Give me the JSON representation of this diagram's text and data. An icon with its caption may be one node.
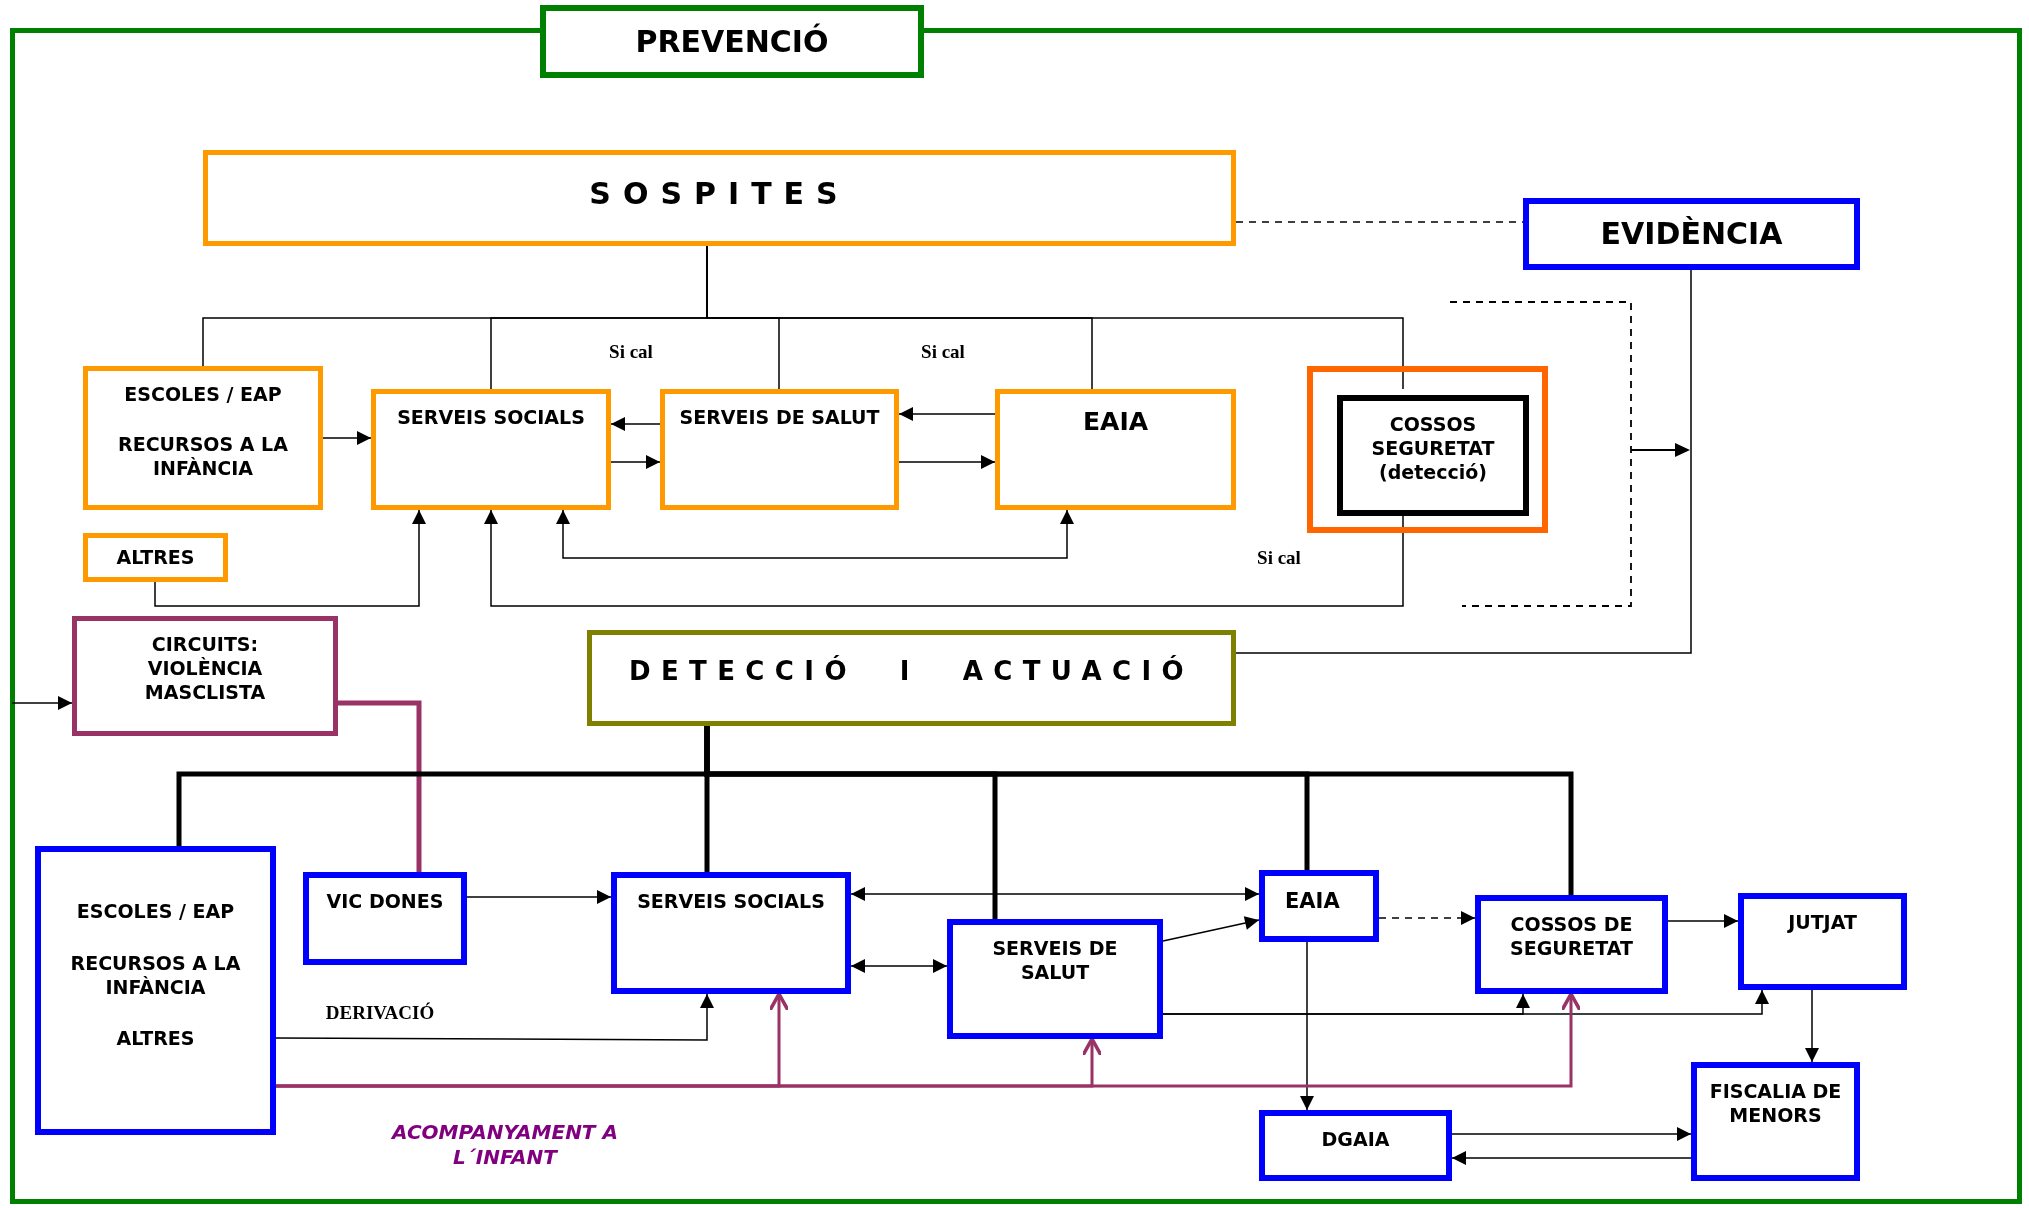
{
  "diagram": {
    "nodes": [
      {
        "text": [
          "PREVENCIÓ"
        ]
      },
      {
        "text": [
          "SOSPITES"
        ]
      },
      {
        "text": [
          "EVIDÈNCIA"
        ]
      },
      {
        "text": [
          "ESCOLES / EAP",
          "RECURSOS A LA INFÀNCIA"
        ]
      },
      {
        "text": [
          "SERVEIS SOCIALS"
        ]
      },
      {
        "text": [
          "SERVEIS DE SALUT"
        ]
      },
      {
        "text": [
          "EAIA"
        ]
      },
      {
        "text": [],
        "shape": "box"
      },
      {
        "text": [
          "COSSOS SEGURETAT (detecció)"
        ],
        "in": 7
      },
      {
        "text": [
          "ALTRES"
        ]
      },
      {
        "text": [
          "CIRCUITS: VIOLÈNCIA MASCLISTA"
        ]
      },
      {
        "text": [
          "DETECCIÓ I ACTUACIÓ"
        ]
      },
      {
        "text": [
          "ESCOLES / EAP",
          "RECURSOS A LA INFÀNCIA",
          "ALTRES"
        ]
      },
      {
        "text": [
          "VIC DONES"
        ]
      },
      {
        "text": [
          "SERVEIS SOCIALS"
        ]
      },
      {
        "text": [
          "SERVEIS DE SALUT"
        ]
      },
      {
        "text": [
          "EAIA"
        ]
      },
      {
        "text": [
          "COSSOS DE SEGURETAT"
        ]
      },
      {
        "text": [
          "JUTJAT"
        ]
      },
      {
        "text": [
          "DGAIA"
        ]
      },
      {
        "text": [
          "FISCALIA DE MENORS"
        ]
      }
    ],
    "edges": [
      {
        "from": 1,
        "to": 3,
        "arrow": "none"
      },
      {
        "from": 1,
        "to": 4,
        "arrow": "none"
      },
      {
        "from": 1,
        "to": 5,
        "arrow": "none"
      },
      {
        "from": 1,
        "to": 6,
        "arrow": "none"
      },
      {
        "from": 1,
        "to": 8,
        "arrow": "none"
      },
      {
        "from": 1,
        "to": 2,
        "arrow": "none",
        "style": "dashed"
      },
      {
        "from": 3,
        "to": 4,
        "arrow": "to"
      },
      {
        "from": 5,
        "to": 4,
        "arrow": "to"
      },
      {
        "from": 4,
        "to": 5,
        "arrow": "to"
      },
      {
        "from": 6,
        "to": 5,
        "arrow": "to"
      },
      {
        "from": 5,
        "to": 6,
        "arrow": "to"
      },
      {
        "from": 4,
        "to": 6,
        "arrow": "both"
      },
      {
        "from": 8,
        "to": 4,
        "arrow": "to"
      },
      {
        "from": 9,
        "to": 4,
        "arrow": "to"
      },
      {
        "from": 2,
        "to": 11,
        "arrow": "none"
      },
      {
        "from": null,
        "to": 10,
        "arrow": "to"
      },
      {
        "from": 10,
        "to": 13,
        "arrow": "none",
        "style": "thick",
        "color": "#993366"
      },
      {
        "from": 11,
        "to": 12,
        "arrow": "none",
        "style": "thick"
      },
      {
        "from": 11,
        "to": 14,
        "arrow": "none",
        "style": "thick"
      },
      {
        "from": 11,
        "to": 15,
        "arrow": "none",
        "style": "thick"
      },
      {
        "from": 11,
        "to": 16,
        "arrow": "none",
        "style": "thick"
      },
      {
        "from": 11,
        "to": 17,
        "arrow": "none",
        "style": "thick"
      },
      {
        "from": 13,
        "to": 14,
        "arrow": "to"
      },
      {
        "from": 16,
        "to": 14,
        "arrow": "both"
      },
      {
        "from": 14,
        "to": 15,
        "arrow": "both"
      },
      {
        "from": 15,
        "to": 16,
        "arrow": "to"
      },
      {
        "from": 16,
        "to": 17,
        "arrow": "to",
        "style": "dashed"
      },
      {
        "from": 17,
        "to": 18,
        "arrow": "to"
      },
      {
        "from": 16,
        "to": 19,
        "arrow": "to"
      },
      {
        "from": 18,
        "to": 20,
        "arrow": "to"
      },
      {
        "from": 19,
        "to": 20,
        "arrow": "to"
      },
      {
        "from": 20,
        "to": 19,
        "arrow": "to"
      },
      {
        "from": 15,
        "to": 17,
        "arrow": "to"
      },
      {
        "from": 15,
        "to": 18,
        "arrow": "to"
      },
      {
        "from": 12,
        "to": 14,
        "arrow": "to",
        "label": "DERIVACIÓ"
      },
      {
        "from": 12,
        "to": 14,
        "arrow": "to",
        "color": "#993366"
      },
      {
        "from": 12,
        "to": 15,
        "arrow": "to",
        "color": "#993366"
      },
      {
        "from": 12,
        "to": 17,
        "arrow": "to",
        "color": "#993366"
      }
    ],
    "labels": [
      "Si cal",
      "Si cal",
      "Si cal",
      "ACOMPANYAMENT A L´INFANT"
    ]
  }
}
